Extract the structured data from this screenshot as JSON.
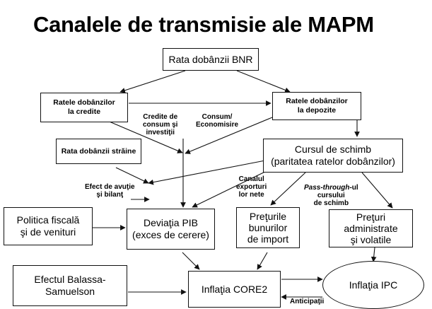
{
  "title": "Canalele de transmisie ale MAPM",
  "nodes": {
    "rata_bnr": "Rata dobânzii BNR",
    "rate_credite": [
      "Ratele dobânzilor",
      "la credite"
    ],
    "rate_depozite": [
      "Ratele dobânzilor",
      "la depozite"
    ],
    "rata_straine": "Rata dobânzii străine",
    "curs": [
      "Cursul de schimb",
      "(paritatea ratelor dobânzilor)"
    ],
    "politica": [
      "Politica fiscală",
      "şi de venituri"
    ],
    "deviatia": [
      "Deviaţia PIB",
      "(exces de cerere)"
    ],
    "preturi_import": [
      "Preţurile",
      "bunurilor",
      "de import"
    ],
    "preturi_admin": [
      "Preţuri",
      "administrate",
      "şi volatile"
    ],
    "balassa": [
      "Efectul Balassa-",
      "Samuelson"
    ],
    "core2": "Inflaţia CORE2",
    "ipc": "Inflaţia IPC"
  },
  "labels": {
    "credite_consum": [
      "Credite de",
      "consum şi",
      "investiţii"
    ],
    "consum_econ": [
      "Consum/",
      "Economisire"
    ],
    "efect_avutie": [
      "Efect de avuţie",
      "şi bilanţ"
    ],
    "canalul_export": [
      "Canalul",
      "exporturi",
      "lor nete"
    ],
    "pass_through_italic": "Pass-through",
    "pass_through_rest": [
      "-ul",
      "cursului",
      "de schimb"
    ],
    "anticipatii": "Anticipaţii"
  }
}
